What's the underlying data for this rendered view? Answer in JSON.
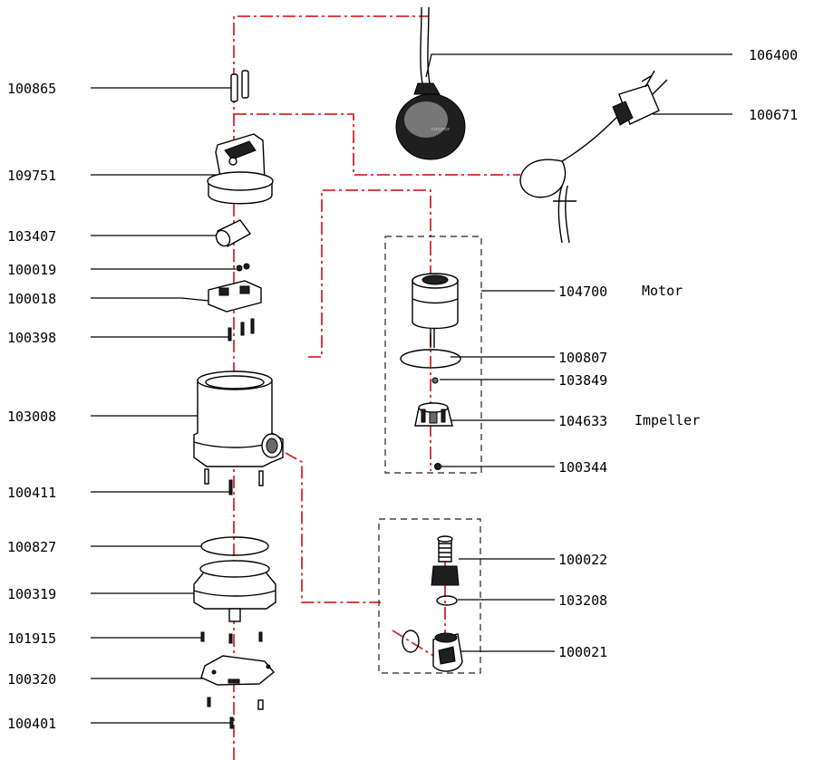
{
  "colors": {
    "assembly_line": "#d9262b",
    "part_outline": "#000000"
  },
  "left_parts": [
    {
      "id": "100865"
    },
    {
      "id": "109751"
    },
    {
      "id": "103407"
    },
    {
      "id": "100019"
    },
    {
      "id": "100018"
    },
    {
      "id": "100398"
    },
    {
      "id": "103008"
    },
    {
      "id": "100411"
    },
    {
      "id": "100827"
    },
    {
      "id": "100319"
    },
    {
      "id": "101915"
    },
    {
      "id": "100320"
    },
    {
      "id": "100401"
    }
  ],
  "right_parts": [
    {
      "id": "106400"
    },
    {
      "id": "100671"
    },
    {
      "id": "104700",
      "caption": "Motor"
    },
    {
      "id": "100807"
    },
    {
      "id": "103849"
    },
    {
      "id": "104633",
      "caption": "Impeller"
    },
    {
      "id": "100344"
    },
    {
      "id": "100022"
    },
    {
      "id": "103208"
    },
    {
      "id": "100021"
    }
  ]
}
